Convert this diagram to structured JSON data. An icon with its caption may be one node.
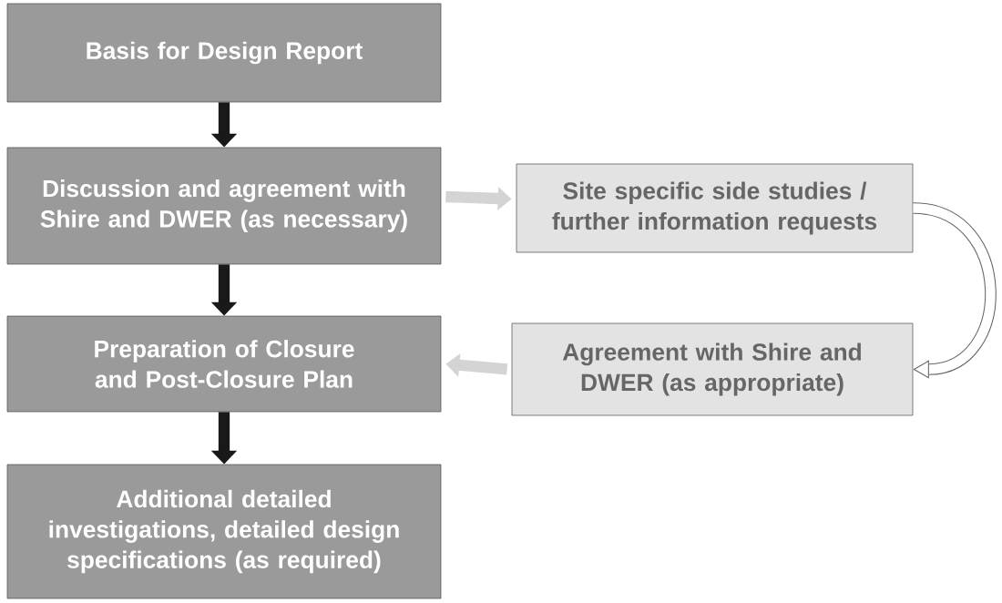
{
  "diagram": {
    "nodes": [
      {
        "text": [
          "Basis for Design Report"
        ]
      },
      {
        "text": [
          "Discussion and agreement with Shire and DWER (as necessary)"
        ]
      },
      {
        "text": [
          "Preparation of Closure and Post-Closure Plan"
        ]
      },
      {
        "text": [
          "Additional detailed investigations, detailed design specifications (as required)"
        ]
      },
      {
        "text": [
          "Site specific side studies / further information requests"
        ]
      },
      {
        "text": [
          "Agreement with Shire and DWER (as appropriate)"
        ]
      }
    ],
    "edges": [
      {
        "from": 0,
        "to": 1,
        "arrow": "to"
      },
      {
        "from": 1,
        "to": 2,
        "arrow": "to"
      },
      {
        "from": 2,
        "to": 3,
        "arrow": "to"
      },
      {
        "from": 1,
        "to": 4,
        "arrow": "to",
        "color": "#d4d4d4"
      },
      {
        "from": 4,
        "to": 5,
        "arrow": "to",
        "color": "#666666"
      },
      {
        "from": 5,
        "to": 2,
        "arrow": "to",
        "color": "#d4d4d4"
      }
    ]
  }
}
